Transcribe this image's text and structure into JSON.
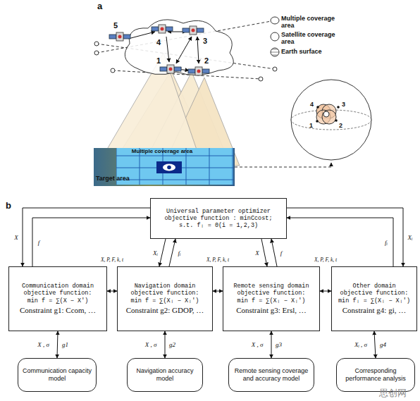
{
  "diagram": {
    "nodes": [
      {
        "text": [
          "Universal parameter optimizer objective function : minCcost;",
          "s.t. fᵢ = 0(i = 1,2,3)"
        ]
      },
      {
        "text": [
          "Communication domain objective function:",
          "min f = ∑(X − X')",
          "Constraint g1: Ccom, …"
        ]
      },
      {
        "text": [
          "Navigation domain objective function:",
          "min f = ∑(Xᵢ − Xᵢ')",
          "Constraint g2: GDOP, …"
        ]
      },
      {
        "text": [
          "Remote sensing domain objective function:",
          "min f = ∑(Xᵢ − Xᵢ')",
          "Constraint g3: Ersl, …"
        ]
      },
      {
        "text": [
          "Other domain objective function:",
          "min fᵢ = ∑(Xᵢ − Xᵢ')",
          "Constraint g4: gi, …"
        ]
      },
      {
        "text": [
          "Communication capacity model"
        ]
      },
      {
        "text": [
          "Navigation accuracy model"
        ]
      },
      {
        "text": [
          "Remote sensing coverage and accuracy model"
        ]
      },
      {
        "text": [
          "Corresponding performance analysis"
        ]
      }
    ],
    "edges": [
      {
        "from": 0,
        "to": 1,
        "arrow": "to",
        "label": "X"
      },
      {
        "from": 1,
        "to": 0,
        "arrow": "to",
        "label": "f"
      },
      {
        "from": 0,
        "to": 2,
        "arrow": "to",
        "label": "Xᵢ"
      },
      {
        "from": 2,
        "to": 0,
        "arrow": "to",
        "label": "fᵢ"
      },
      {
        "from": 0,
        "to": 3,
        "arrow": "to",
        "label": "X"
      },
      {
        "from": 3,
        "to": 0,
        "arrow": "to",
        "label": "f"
      },
      {
        "from": 0,
        "to": 4,
        "arrow": "to",
        "label": "Xᵢ"
      },
      {
        "from": 4,
        "to": 0,
        "arrow": "to",
        "label": "fᵢ"
      },
      {
        "from": 1,
        "to": 2,
        "arrow": "both",
        "label": "X, P, F, k, t"
      },
      {
        "from": 2,
        "to": 3,
        "arrow": "both",
        "label": "X, P, F, k, t"
      },
      {
        "from": 3,
        "to": 4,
        "arrow": "both",
        "label": "X, P, F, k, t"
      },
      {
        "from": 1,
        "to": 5,
        "arrow": "both",
        "label": "X , σ"
      },
      {
        "from": 2,
        "to": 6,
        "arrow": "both",
        "label": "X , σ"
      },
      {
        "from": 3,
        "to": 7,
        "arrow": "both",
        "label": "X , σ"
      },
      {
        "from": 4,
        "to": 8,
        "arrow": "both",
        "label": "Xᵢ , σ"
      }
    ],
    "labels": [
      "a",
      "5",
      "4",
      "3",
      "2",
      "1",
      "Multiple coverage area",
      "Target area",
      "4",
      "3",
      "1",
      "2",
      "b",
      "g1",
      "g2",
      "g3",
      "g4",
      "思创网"
    ],
    "legend": [
      {
        "text": "Multiple coverage area"
      },
      {
        "text": "Satellite coverage area"
      },
      {
        "text": "Earth surface"
      }
    ]
  }
}
